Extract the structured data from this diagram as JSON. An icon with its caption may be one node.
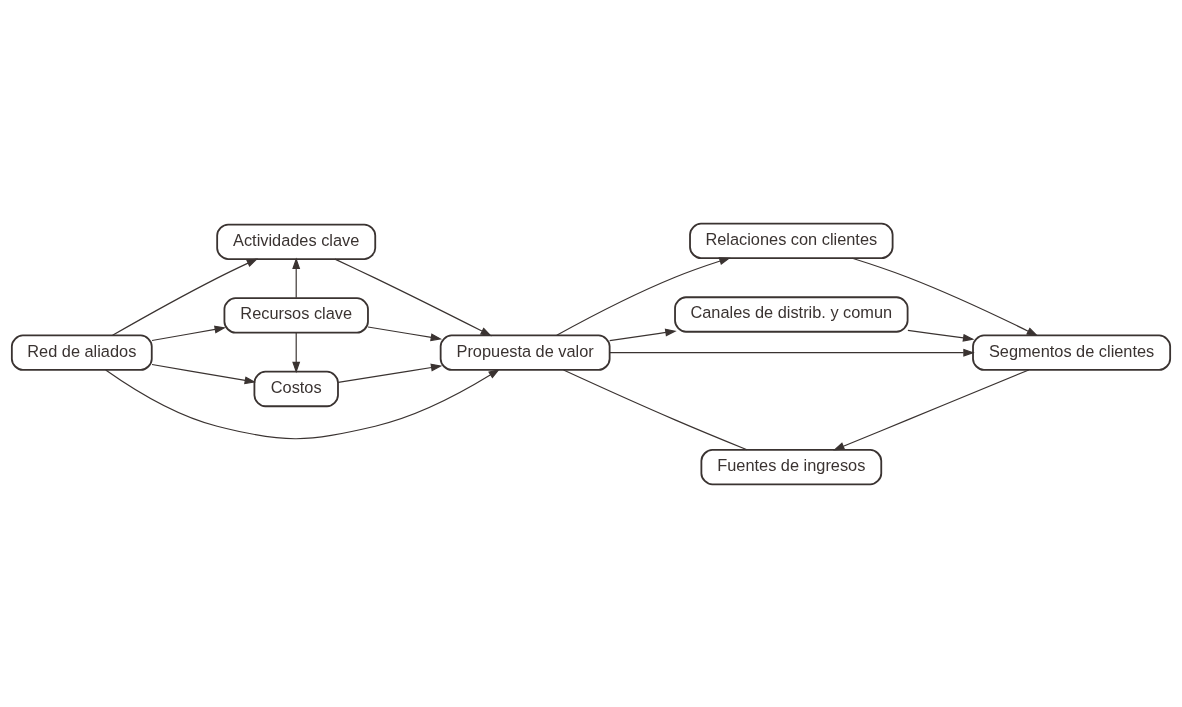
{
  "diagram": {
    "nodes": [
      {
        "text": [
          "Red de aliados"
        ]
      },
      {
        "text": [
          "Actividades clave"
        ]
      },
      {
        "text": [
          "Recursos clave"
        ]
      },
      {
        "text": [
          "Costos"
        ]
      },
      {
        "text": [
          "Propuesta de valor"
        ]
      },
      {
        "text": [
          "Relaciones con clientes"
        ]
      },
      {
        "text": [
          "Canales de distrib. y comun"
        ]
      },
      {
        "text": [
          "Fuentes de ingresos"
        ]
      },
      {
        "text": [
          "Segmentos de clientes"
        ]
      }
    ],
    "edges": [
      {
        "from": 0,
        "to": 1,
        "arrow": "to"
      },
      {
        "from": 0,
        "to": 4,
        "arrow": "to"
      },
      {
        "from": 0,
        "to": 2,
        "arrow": "to"
      },
      {
        "from": 0,
        "to": 3,
        "arrow": "to"
      },
      {
        "from": 2,
        "to": 1,
        "arrow": "to"
      },
      {
        "from": 2,
        "to": 3,
        "arrow": "to"
      },
      {
        "from": 1,
        "to": 4,
        "arrow": "to"
      },
      {
        "from": 2,
        "to": 4,
        "arrow": "to"
      },
      {
        "from": 3,
        "to": 4,
        "arrow": "to"
      },
      {
        "from": 4,
        "to": 5,
        "arrow": "to"
      },
      {
        "from": 4,
        "to": 8,
        "arrow": "to"
      },
      {
        "from": 4,
        "to": 6,
        "arrow": "to"
      },
      {
        "from": 7,
        "to": 4,
        "arrow": "none"
      },
      {
        "from": 5,
        "to": 8,
        "arrow": "to"
      },
      {
        "from": 6,
        "to": 8,
        "arrow": "to"
      },
      {
        "from": 8,
        "to": 7,
        "arrow": "to"
      }
    ]
  }
}
